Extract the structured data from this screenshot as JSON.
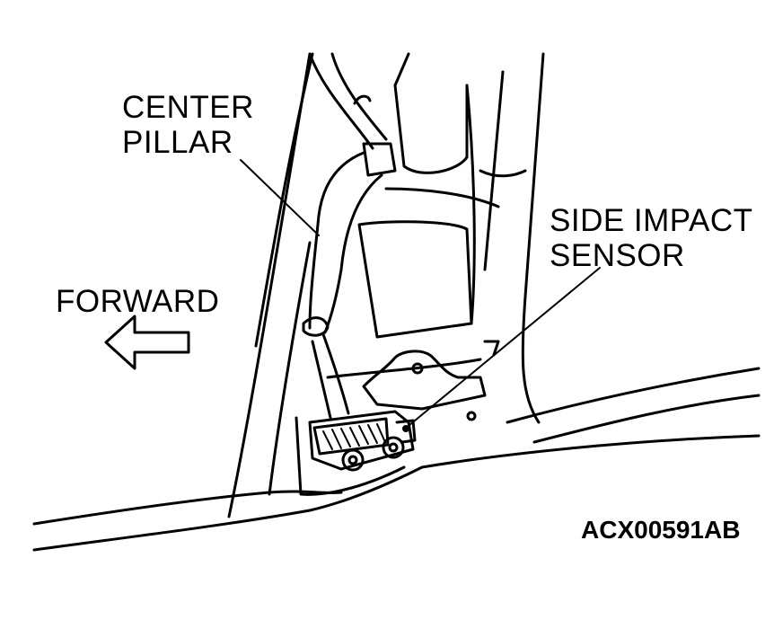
{
  "labels": {
    "center_pillar": [
      "CENTER",
      "PILLAR"
    ],
    "side_impact_sensor": [
      "SIDE IMPACT",
      "SENSOR"
    ],
    "forward": "FORWARD",
    "figure_id": "ACX00591AB"
  },
  "icons": {
    "direction_arrow": "left-arrow-outline-icon"
  },
  "colors": {
    "line": "#000000",
    "background": "#ffffff"
  }
}
